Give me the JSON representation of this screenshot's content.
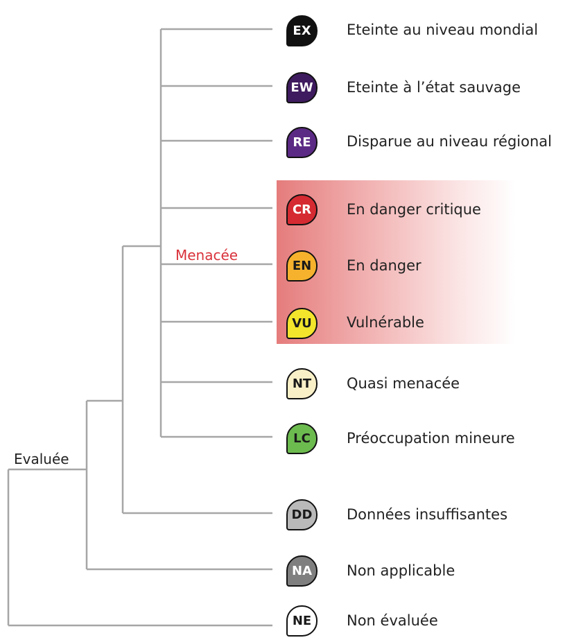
{
  "root_label": "Evaluée",
  "threatened_label": "Menacée",
  "categories": [
    {
      "code": "EX",
      "label": "Eteinte au niveau mondial",
      "bg": "#111111",
      "fg": "#ffffff"
    },
    {
      "code": "EW",
      "label": "Eteinte à l’état sauvage",
      "bg": "#3e1b5e",
      "fg": "#ffffff"
    },
    {
      "code": "RE",
      "label": "Disparue au niveau régional",
      "bg": "#5b2a84",
      "fg": "#ffffff"
    },
    {
      "code": "CR",
      "label": "En danger critique",
      "bg": "#d52a31",
      "fg": "#ffffff"
    },
    {
      "code": "EN",
      "label": "En danger",
      "bg": "#f6b22d",
      "fg": "#1a1a1a"
    },
    {
      "code": "VU",
      "label": "Vulnérable",
      "bg": "#f2e52b",
      "fg": "#1a1a1a"
    },
    {
      "code": "NT",
      "label": "Quasi menacée",
      "bg": "#faf0c8",
      "fg": "#1a1a1a"
    },
    {
      "code": "LC",
      "label": "Préoccupation mineure",
      "bg": "#6cbb4f",
      "fg": "#1a1a1a"
    },
    {
      "code": "DD",
      "label": "Données insuffisantes",
      "bg": "#b9b9b9",
      "fg": "#1a1a1a"
    },
    {
      "code": "NA",
      "label": "Non applicable",
      "bg": "#7f7f7f",
      "fg": "#ffffff"
    },
    {
      "code": "NE",
      "label": "Non évaluée",
      "bg": "#ffffff",
      "fg": "#1a1a1a"
    }
  ],
  "colors": {
    "line": "#a6a6a6",
    "threat_band": "#e57c7c",
    "threat_text": "#d9323b"
  }
}
